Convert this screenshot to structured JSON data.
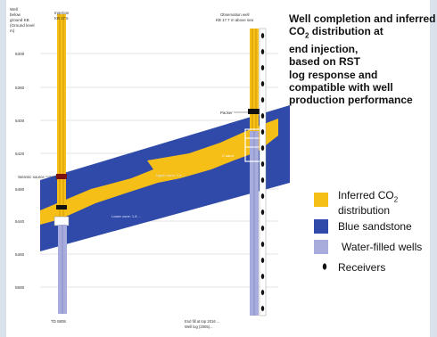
{
  "description": {
    "line1": "Well completion and inferred",
    "line2_prefix": "CO",
    "line2_sub": "2",
    "line2_suffix": " distribution at",
    "line3": "end injection,",
    "line4": "based on RST",
    "line5": "log response and",
    "line6": "compatible with well",
    "line7": "production performance"
  },
  "legend": {
    "co2_prefix": "Inferred CO",
    "co2_sub": "2",
    "co2_line2": "distribution",
    "sandstone": "Blue sandstone",
    "water": "Water-filled wells",
    "receivers": "Receivers"
  },
  "colors": {
    "co2": "#f5bf18",
    "sandstone": "#2f4aa8",
    "water": "#a7acdc",
    "background": "#d9e2ea"
  },
  "diagram": {
    "well_axis_title": [
      "Well",
      "below",
      "ground KB",
      "(Ground level",
      "m)"
    ],
    "depth_ticks": [
      "5300",
      "5360",
      "5400",
      "5420",
      "5480",
      "5440",
      "5460",
      "5580"
    ],
    "injection_well_label": [
      "Injection",
      "KB 17.5"
    ],
    "observation_well_label": [
      "Observation well",
      "KB 17.7 m above sea"
    ],
    "seismic_annotation": "Seismic source",
    "packer_label": "Packer",
    "zone_labels": [
      "Upper zone: 1.4 ...",
      "Lower zone: 1.8 ...",
      "C sand"
    ],
    "td_label": "TD 5808",
    "footnote": [
      "End fill at top 2016 ...",
      "Well log (2005)..."
    ]
  }
}
